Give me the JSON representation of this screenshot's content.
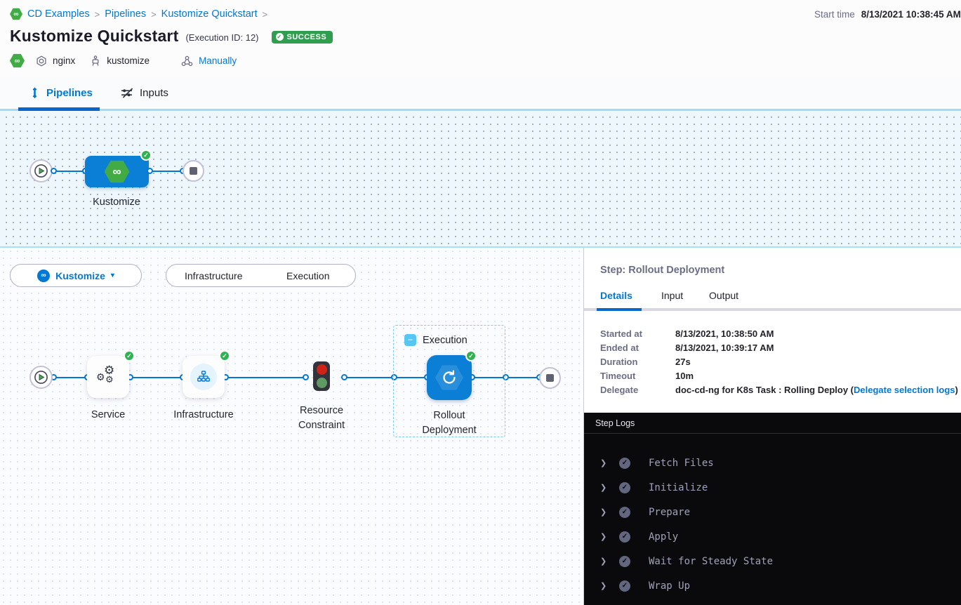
{
  "icons": {
    "infinity": "∞",
    "check": "✓",
    "caret_down": "▾",
    "chevron_right": "❯",
    "breadcrumb_sep": ">",
    "minus": "−",
    "gear": "⚙"
  },
  "breadcrumb": {
    "items": [
      {
        "label": "CD Examples"
      },
      {
        "label": "Pipelines"
      },
      {
        "label": "Kustomize Quickstart"
      }
    ]
  },
  "start_time": {
    "label": "Start time",
    "value": "8/13/2021 10:38:45 AM"
  },
  "header": {
    "title": "Kustomize Quickstart",
    "execution_id": "(Execution ID: 12)",
    "status": "SUCCESS",
    "service": "nginx",
    "environment": "kustomize",
    "trigger": "Manually"
  },
  "nav_tabs": {
    "pipelines": "Pipelines",
    "inputs": "Inputs"
  },
  "stage_graph": {
    "stage_label": "Kustomize"
  },
  "controls": {
    "stage_selector": "Kustomize",
    "toggle_infrastructure": "Infrastructure",
    "toggle_execution": "Execution"
  },
  "execution_graph": {
    "group_label": "Execution",
    "nodes": {
      "service": "Service",
      "infrastructure": "Infrastructure",
      "resource_constraint": "Resource Constraint",
      "rollout": "Rollout Deployment"
    }
  },
  "step_panel": {
    "title": "Step: Rollout Deployment",
    "tabs": {
      "details": "Details",
      "input": "Input",
      "output": "Output"
    },
    "details": [
      {
        "label": "Started at",
        "value": "8/13/2021, 10:38:50 AM"
      },
      {
        "label": "Ended at",
        "value": "8/13/2021, 10:39:17 AM"
      },
      {
        "label": "Duration",
        "value": "27s"
      },
      {
        "label": "Timeout",
        "value": "10m"
      }
    ],
    "delegate": {
      "label": "Delegate",
      "prefix": "doc-cd-ng for K8s Task : Rolling Deploy (",
      "link": "Delegate selection logs",
      "suffix": ")"
    }
  },
  "step_logs": {
    "title": "Step Logs",
    "sections": [
      {
        "label": "Fetch Files"
      },
      {
        "label": "Initialize"
      },
      {
        "label": "Prepare"
      },
      {
        "label": "Apply"
      },
      {
        "label": "Wait for Steady State"
      },
      {
        "label": "Wrap Up"
      }
    ]
  }
}
